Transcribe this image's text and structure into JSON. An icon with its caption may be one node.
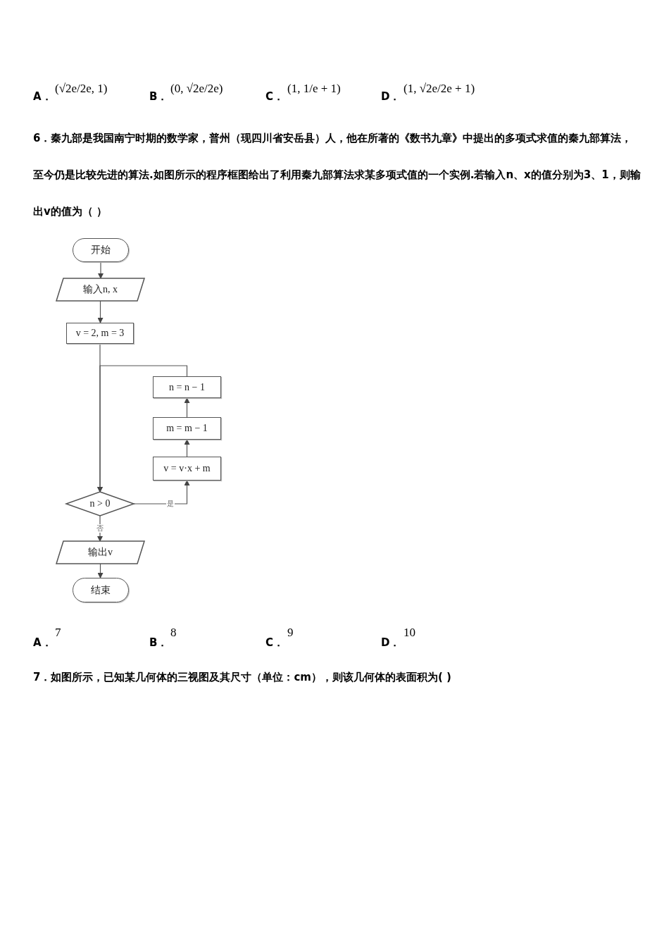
{
  "diagram": {
    "nodes": [
      {
        "text": [
          "开始"
        ]
      },
      {
        "text": [
          "输入n, x"
        ]
      },
      {
        "text": [
          "v = 2, m = 3"
        ]
      },
      {
        "text": [
          "n > 0"
        ]
      },
      {
        "text": [
          "v = v·x + m"
        ]
      },
      {
        "text": [
          "m = m − 1"
        ]
      },
      {
        "text": [
          "n = n − 1"
        ]
      },
      {
        "text": [
          "输出v"
        ]
      },
      {
        "text": [
          "结束"
        ]
      }
    ],
    "edges": [
      {
        "from": 0,
        "to": 1,
        "arrow": "to"
      },
      {
        "from": 1,
        "to": 2,
        "arrow": "to"
      },
      {
        "from": 2,
        "to": 3,
        "arrow": "to"
      },
      {
        "from": 3,
        "to": 4,
        "arrow": "to",
        "label": "是"
      },
      {
        "from": 4,
        "to": 5,
        "arrow": "to"
      },
      {
        "from": 5,
        "to": 6,
        "arrow": "to"
      },
      {
        "from": 6,
        "to": 3,
        "arrow": "to"
      },
      {
        "from": 3,
        "to": 7,
        "arrow": "to",
        "label": "否"
      },
      {
        "from": 7,
        "to": 8,
        "arrow": "to"
      }
    ],
    "labels": [
      "A．",
      "(√2e/2e, 1)",
      "B．",
      "(0, √2e/2e)",
      "C．",
      "(1, 1/e + 1)",
      "D．",
      "(1, √2e/2e + 1)",
      "6．秦九部是我国南宁时期的数学家，普州（现四川省安岳县）人，他在所著的《数书九章》中提出的多项式求值的秦九部算法，至今仍是比较先进的算法.如图所示的程序框图给出了利用秦九部算法求某多项式值的一个实例.若输入n、x的值分别为3、1，则输出v的值为（ ）",
      "A．",
      "7",
      "B．",
      "8",
      "C．",
      "9",
      "D．",
      "10",
      "7．如图所示，已知某几何体的三视图及其尺寸（单位：cm），则该几何体的表面积为( )"
    ]
  }
}
